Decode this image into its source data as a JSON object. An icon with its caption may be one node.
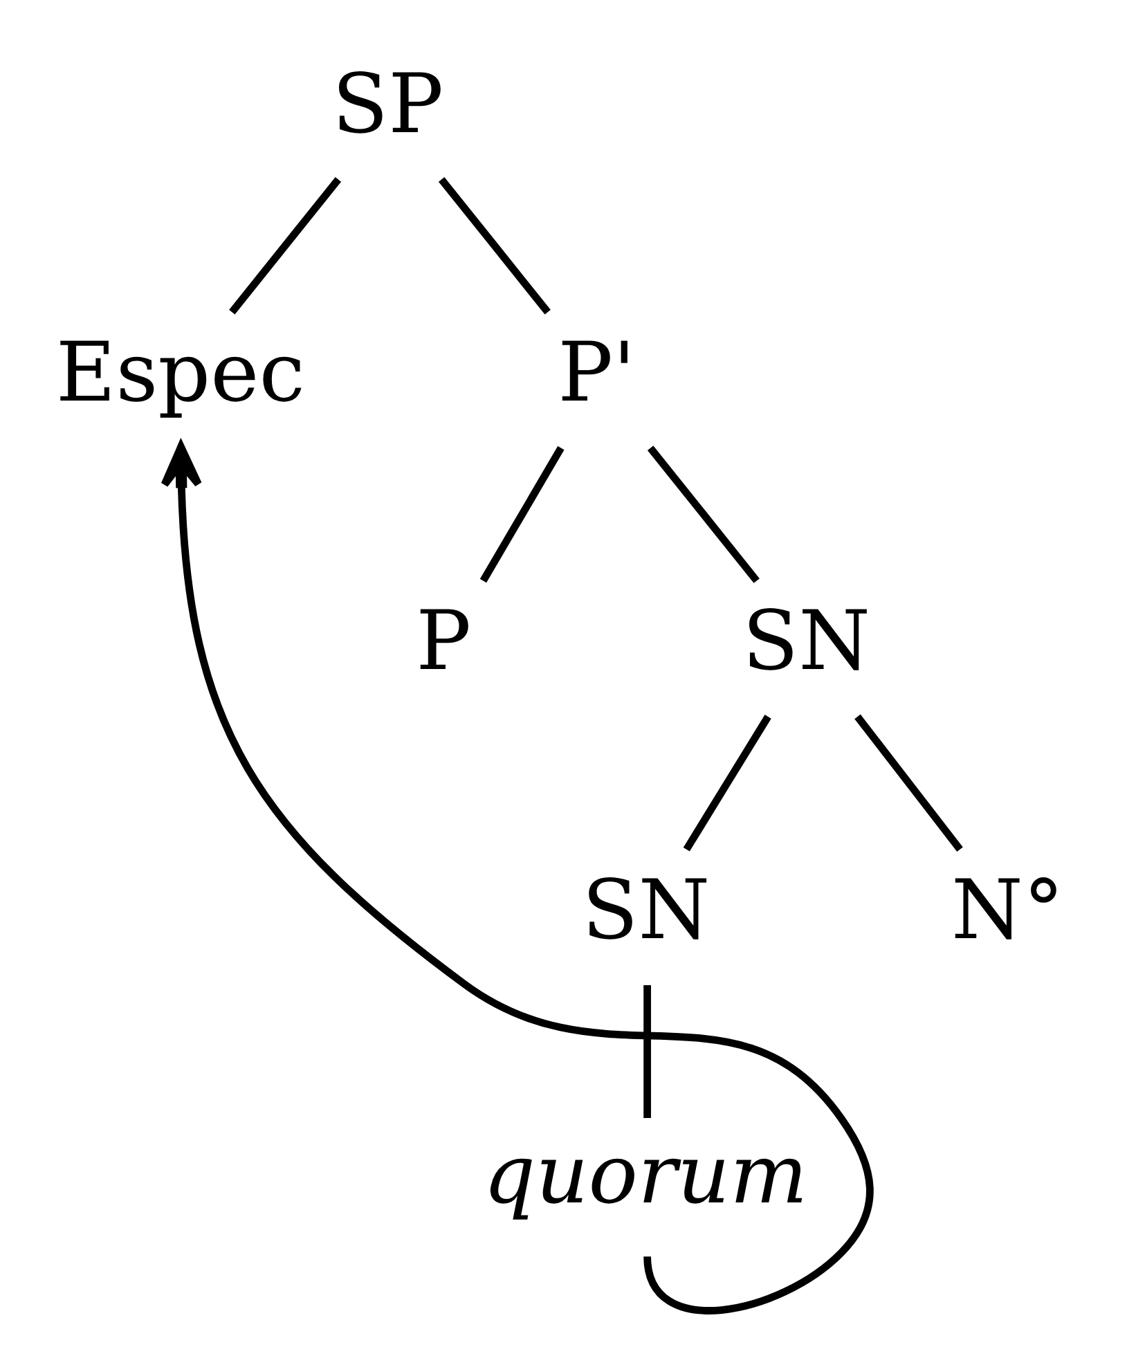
{
  "diagram": {
    "nodes": [
      {
        "text": [
          "SP"
        ]
      },
      {
        "text": [
          "Espec"
        ]
      },
      {
        "text": [
          "P'"
        ]
      },
      {
        "text": [
          "P"
        ]
      },
      {
        "text": [
          "SN"
        ]
      },
      {
        "text": [
          "SN"
        ]
      },
      {
        "text": [
          "N°"
        ]
      },
      {
        "text": [
          "quorum"
        ]
      }
    ],
    "edges": [
      {
        "from": 0,
        "to": 1,
        "arrow": "none"
      },
      {
        "from": 0,
        "to": 2,
        "arrow": "none"
      },
      {
        "from": 2,
        "to": 3,
        "arrow": "none"
      },
      {
        "from": 2,
        "to": 4,
        "arrow": "none"
      },
      {
        "from": 4,
        "to": 5,
        "arrow": "none"
      },
      {
        "from": 4,
        "to": 6,
        "arrow": "none"
      },
      {
        "from": 5,
        "to": 7,
        "arrow": "none"
      },
      {
        "from": 7,
        "to": 1,
        "arrow": "to"
      }
    ]
  }
}
